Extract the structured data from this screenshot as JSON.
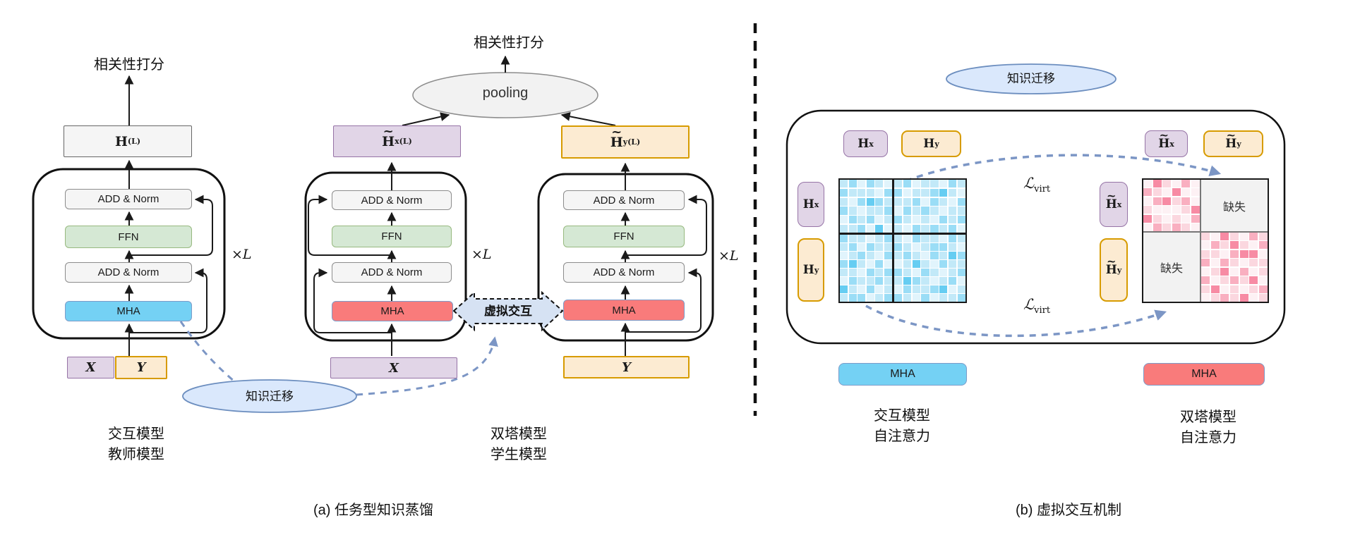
{
  "panel_a": {
    "caption": "(a) 任务型知识蒸馏",
    "score_label": "相关性打分",
    "pooling_label": "pooling",
    "times_l": "×L",
    "box_labels": {
      "add_norm": "ADD & Norm",
      "ffn": "FFN",
      "mha": "MHA"
    },
    "transfer_label": "知识迁移",
    "virtual_label": "虚拟交互",
    "teacher": {
      "output": {
        "base": "H",
        "sup": "(L)"
      },
      "input_x": "X",
      "input_y": "Y",
      "label_line1": "交互模型",
      "label_line2": "教师模型"
    },
    "student": {
      "out_x": {
        "tilde": "~",
        "base": "H",
        "sub": "x",
        "sup": "(L)"
      },
      "out_y": {
        "tilde": "~",
        "base": "H",
        "sub": "y",
        "sup": "(L)"
      },
      "input_x": "X",
      "input_y": "Y",
      "label_line1": "双塔模型",
      "label_line2": "学生模型"
    }
  },
  "panel_b": {
    "caption": "(b) 虚拟交互机制",
    "transfer_label": "知识迁移",
    "loss": {
      "base": "ℒ",
      "sub": "virt"
    },
    "missing_label": "缺失",
    "mha_blue_label": "MHA",
    "mha_red_label": "MHA",
    "left_group_label_line1": "交互模型",
    "left_group_label_line2": "自注意力",
    "right_group_label_line1": "双塔模型",
    "right_group_label_line2": "自注意力",
    "labels": {
      "hx": {
        "base": "H",
        "sub": "x"
      },
      "hy": {
        "base": "H",
        "sub": "y"
      },
      "hxt": {
        "tilde": "~",
        "base": "H",
        "sub": "x"
      },
      "hyt": {
        "tilde": "~",
        "base": "H",
        "sub": "y"
      }
    },
    "blue_matrix": {
      "palette": [
        "#E1F4FC",
        "#C2E9F8",
        "#9ADDF6",
        "#66CDF2"
      ],
      "quadrants": {
        "tl": {
          "rows": [
            "120210",
            "211102",
            "102321",
            "210112",
            "021201",
            "112030"
          ]
        },
        "tr": {
          "rows": [
            "12011021",
            "20112310",
            "11202102",
            "02121011",
            "21010212",
            "10212120"
          ]
        },
        "bl": {
          "rows": [
            "211012",
            "120211",
            "012102",
            "231020",
            "110212",
            "021121",
            "310201",
            "122012"
          ]
        },
        "br": {
          "rows": [
            "10211021",
            "21012210",
            "12102132",
            "01310211",
            "21021012",
            "13210120",
            "02112301",
            "21020112"
          ]
        }
      }
    },
    "pink_matrix": {
      "palette": [
        "#FDF1F4",
        "#FBD7DF",
        "#F9AFC0",
        "#F78BA4"
      ],
      "quadrants": {
        "tl": {
          "rows": [
            "031020",
            "210300",
            "023120",
            "100013",
            "310102",
            "021210"
          ]
        },
        "br": {
          "rows": [
            "1031021",
            "0213102",
            "1102330",
            "2021011",
            "0130201",
            "2012130",
            "1301012",
            "0121301"
          ]
        }
      }
    }
  },
  "colors": {
    "accent_blue_fill": "#74D1F4",
    "accent_red_fill": "#F97B7B",
    "purple_fill": "#E1D5E7",
    "orange_fill": "#FCEBD2",
    "green_fill": "#D5E8D4",
    "transfer_ellipse_fill": "#DAE8FC",
    "transfer_ellipse_border": "#6C8EBF",
    "dashed_arrow_blue": "#7C96C5"
  }
}
